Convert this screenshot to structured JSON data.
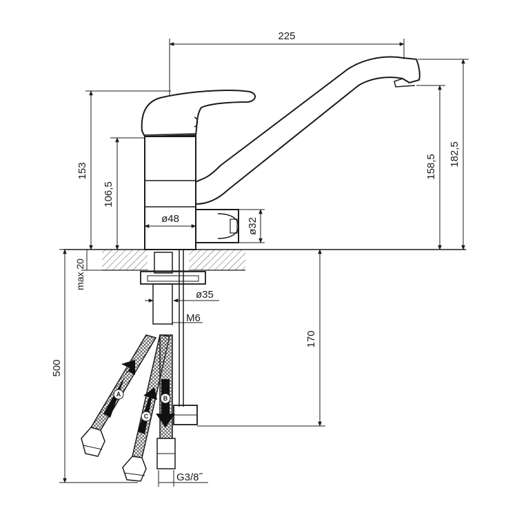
{
  "dimensions": {
    "spout_reach": "225",
    "total_height": "153",
    "body_height": "106,5",
    "outlet_height": "158,5",
    "spout_height": "182,5",
    "body_diameter": "ø48",
    "diverter_diameter": "ø32",
    "counter_max": "max 20",
    "fixing_diameter": "ø35",
    "stud_thread": "M6",
    "hose_length": "500",
    "valve_height": "170",
    "connection_thread": "G3/8˝"
  },
  "hose_markers": {
    "a": "A",
    "b": "B",
    "c": "C"
  }
}
